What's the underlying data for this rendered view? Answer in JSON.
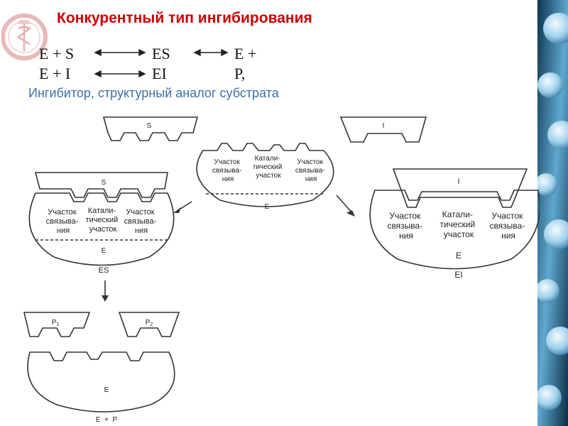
{
  "title": "Конкурентный тип ингибирования",
  "equations": {
    "row1": {
      "left": "E + S",
      "middle": "ES",
      "right": "E +"
    },
    "row2": {
      "left": "E + I",
      "middle": "EI",
      "right": "P,"
    }
  },
  "subtitle": "Ингибитор, структурный аналог субстрата",
  "diagram": {
    "substrate_label": "S",
    "inhibitor_label": "I",
    "enzyme_label": "E",
    "site_binding_1": [
      "Участок",
      "связыва-",
      "ния"
    ],
    "site_catalytic": [
      "Катали-",
      "тический",
      "участок"
    ],
    "site_binding_2": [
      "Участок",
      "связыва-",
      "ния"
    ],
    "complex_es_label": "ES",
    "complex_ei_label": "EI",
    "product_1_label": "P",
    "product_1_sub": "1",
    "product_2_label": "P",
    "product_2_sub": "2",
    "final_label": "E  +  P"
  },
  "colors": {
    "title": "#cc0000",
    "subtitle": "#3c6ea8",
    "outline": "#333333"
  }
}
